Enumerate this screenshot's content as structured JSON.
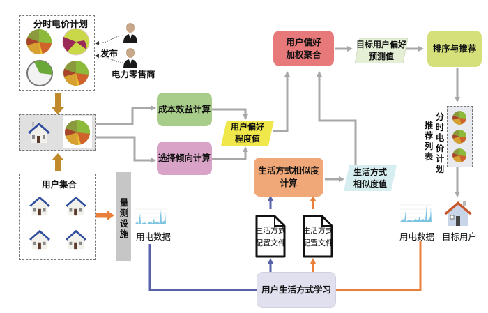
{
  "diagram": {
    "colors": {
      "cost_node": "#a8cc8a",
      "choice_node": "#d9a3c8",
      "preference_value": "#f0e84a",
      "aggregate_node": "#e8797b",
      "predict_value": "#e4efd6",
      "sort_node": "#d5e07a",
      "similarity_node": "#f0a878",
      "similarity_value": "#d6eef0",
      "learning_node": "#e0e0ee",
      "meter": "#c6c6c6",
      "gray_arrow": "#a8a8a8",
      "brown_arrow": "#c08a2a",
      "orange": "#e8803c",
      "blue": "#5862a8"
    },
    "pricing_plans_box": {
      "title": "分时电价计划",
      "charts": [
        "pie-chart-1",
        "pie-chart-2",
        "pie-chart-3",
        "pie-chart-4"
      ]
    },
    "retailer": {
      "publish_label": "发布",
      "label": "电力零售商",
      "icons": [
        "businessman-icon",
        "businessman-icon"
      ]
    },
    "user_profile_box": {
      "icons": [
        "house-icon",
        "pie-chart-icon"
      ]
    },
    "user_set_box": {
      "title": "用户集合",
      "houses": 4
    },
    "meter": {
      "label": "量测设施"
    },
    "usage_data_left": {
      "label": "用电数据"
    },
    "usage_data_right": {
      "label": "用电数据"
    },
    "nodes": {
      "cost_benefit": "成本效益计算",
      "choice_tendency": "选择倾向计算",
      "preference_degree": "用户偏好\n程度值",
      "weighted_aggregation": "用户偏好\n加权聚合",
      "target_prediction": "目标用户偏好\n预测值",
      "sort_recommend": "排序与推荐",
      "lifestyle_similarity": "生活方式相似度\n计算",
      "similarity_value": "生活方式\n相似度值",
      "lifestyle_learning": "用户生活方式学习"
    },
    "documents": [
      {
        "label": "生活方式\n配置文件"
      },
      {
        "label": "生活方式\n配置文件"
      }
    ],
    "recommend_list": {
      "label_outer": "推荐列表",
      "label_inner": "分时电价计划",
      "items": 3
    },
    "target_user": {
      "label": "目标用户"
    }
  }
}
